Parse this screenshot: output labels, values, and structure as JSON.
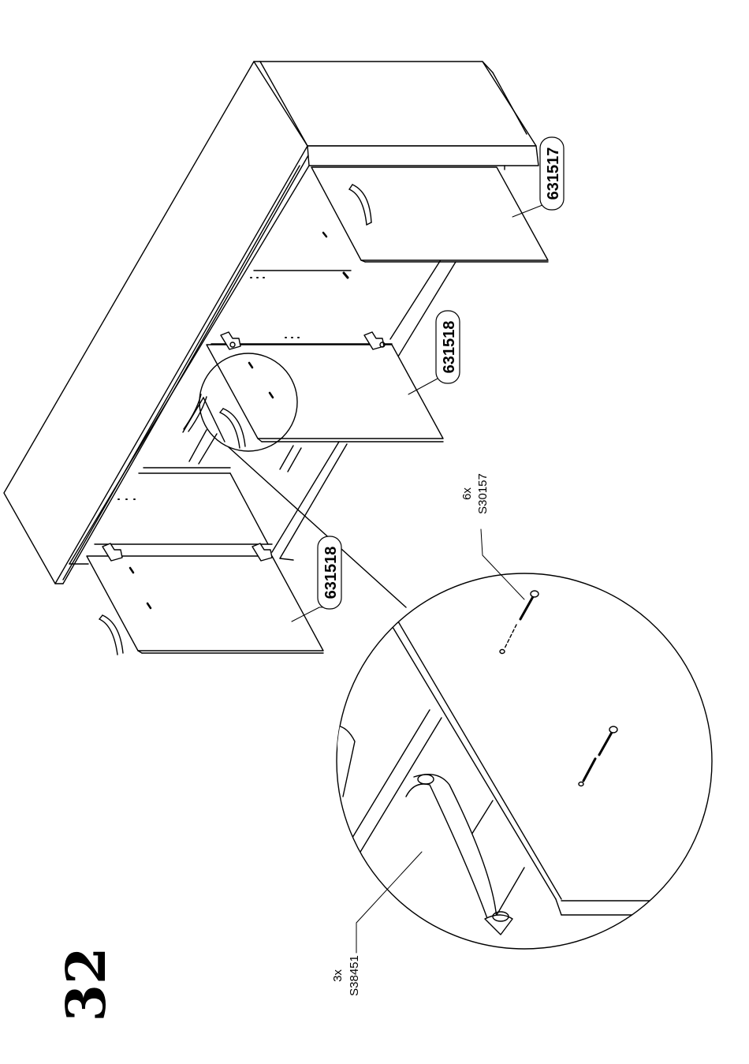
{
  "step": {
    "number": "32"
  },
  "parts": {
    "door_right": "631517",
    "door_middle": "631518",
    "door_left": "631518"
  },
  "hardware": {
    "screw": {
      "qty": "6x",
      "code": "S30157"
    },
    "handle": {
      "qty": "3x",
      "code": "S38451"
    }
  },
  "colors": {
    "line": "#000000",
    "background": "#ffffff"
  }
}
